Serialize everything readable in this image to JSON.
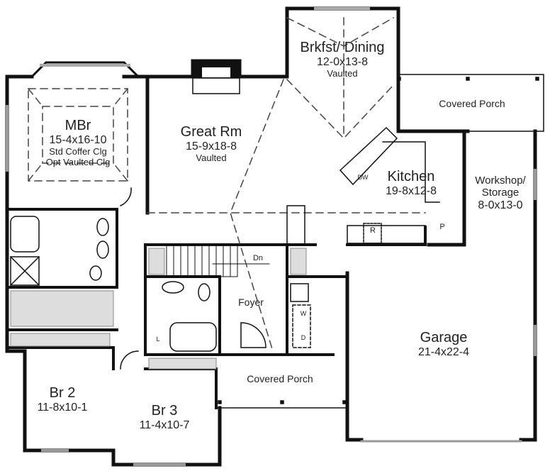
{
  "plan": {
    "rooms": [
      {
        "id": "mbr",
        "name": "MBr",
        "dims": "15-4x16-10",
        "notes": [
          "Std Coffer Clg",
          "Opt Vaulted Clg"
        ]
      },
      {
        "id": "great",
        "name": "Great Rm",
        "dims": "15-9x18-8",
        "notes": [
          "Vaulted"
        ]
      },
      {
        "id": "brkfst",
        "name": "Brkfst/ Dining",
        "dims": "12-0x13-8",
        "notes": [
          "Vaulted"
        ]
      },
      {
        "id": "porch_rear",
        "name": "Covered Porch"
      },
      {
        "id": "kitchen",
        "name": "Kitchen",
        "dims": "19-8x12-8"
      },
      {
        "id": "workshop",
        "name": "Workshop/ Storage",
        "name_line1": "Workshop/",
        "name_line2": "Storage",
        "dims": "8-0x13-0"
      },
      {
        "id": "foyer",
        "name": "Foyer"
      },
      {
        "id": "garage",
        "name": "Garage",
        "dims": "21-4x22-4"
      },
      {
        "id": "porch_front",
        "name": "Covered Porch"
      },
      {
        "id": "br2",
        "name": "Br 2",
        "dims": "11-8x10-1"
      },
      {
        "id": "br3",
        "name": "Br 3",
        "dims": "11-4x10-7"
      }
    ],
    "tags": {
      "stairs": "Dn",
      "dishwasher": "DW",
      "refrigerator": "R",
      "pantry": "P",
      "washer": "W",
      "dryer": "D",
      "linen": "L"
    }
  }
}
